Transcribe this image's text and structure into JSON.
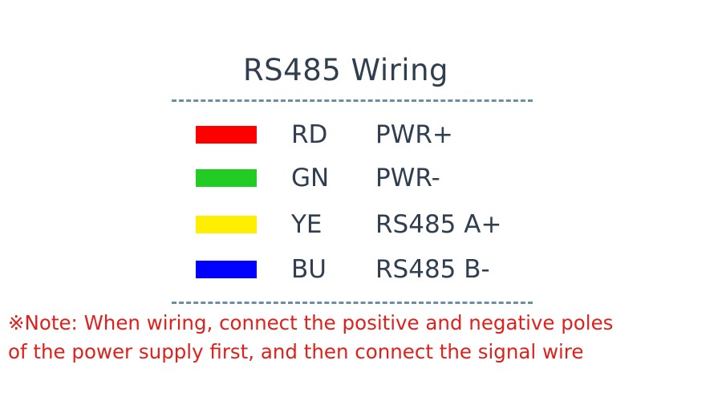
{
  "title": "RS485 Wiring",
  "rows": [
    {
      "swatch_color": "#ff0000",
      "code": "RD",
      "function": "PWR+"
    },
    {
      "swatch_color": "#22cc22",
      "code": "GN",
      "function": "PWR-"
    },
    {
      "swatch_color": "#ffee00",
      "code": "YE",
      "function": "RS485 A+"
    },
    {
      "swatch_color": "#0000ff",
      "code": "BU",
      "function": "RS485 B-"
    }
  ],
  "note": {
    "line1": "※Note: When wiring, connect the positive and negative poles",
    "line2": "of the power supply first, and then connect the signal wire"
  }
}
